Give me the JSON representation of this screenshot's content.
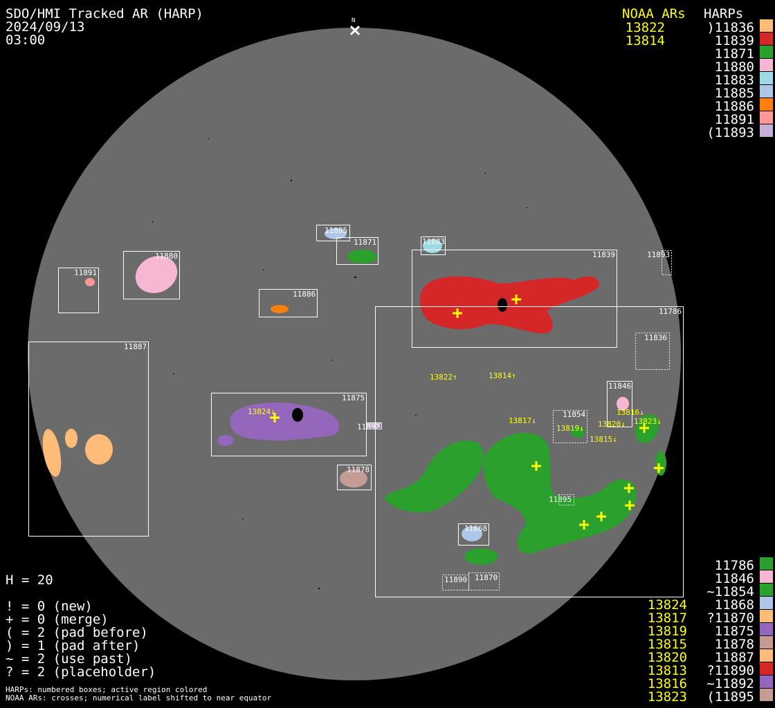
{
  "header": {
    "title": "SDO/HMI Tracked AR (HARP)",
    "date": "2024/09/13",
    "time": "03:00",
    "north_label": "N"
  },
  "noaa_header": "NOAA ARs",
  "harps_header": "HARPs",
  "top_noaa": [
    "13822",
    "13814"
  ],
  "top_harps": [
    {
      "label": ")11836",
      "color": "#ffbb78"
    },
    {
      "label": "11839",
      "color": "#d62728"
    },
    {
      "label": "11871",
      "color": "#2ca02c"
    },
    {
      "label": "11880",
      "color": "#f7b6d2"
    },
    {
      "label": "11883",
      "color": "#9edae5"
    },
    {
      "label": "11885",
      "color": "#aec7e8"
    },
    {
      "label": "11886",
      "color": "#ff7f0e"
    },
    {
      "label": "11891",
      "color": "#ff9896"
    },
    {
      "label": "(11893",
      "color": "#c5b0d5"
    }
  ],
  "bottom_noaa": [
    "13824",
    "13817",
    "13819",
    "13815",
    "13820",
    "13813",
    "13816",
    "13823"
  ],
  "bottom_harps": [
    {
      "label": "11786",
      "color": "#2ca02c"
    },
    {
      "label": "11846",
      "color": "#f7b6d2"
    },
    {
      "label": "~11854",
      "color": "#2ca02c"
    },
    {
      "label": "11868",
      "color": "#aec7e8"
    },
    {
      "label": "?11870",
      "color": "#ffbb78"
    },
    {
      "label": "11875",
      "color": "#9467bd"
    },
    {
      "label": "11878",
      "color": "#c49c94"
    },
    {
      "label": "11887",
      "color": "#ffbb78"
    },
    {
      "label": "?11890",
      "color": "#d62728"
    },
    {
      "label": "~11892",
      "color": "#9467bd"
    },
    {
      "label": "(11895",
      "color": "#c49c94"
    }
  ],
  "stats": {
    "h": "H = 20",
    "lines": [
      "! = 0 (new)",
      "+ = 0 (merge)",
      "( = 2 (pad before)",
      ") = 1 (pad after)",
      "~ = 2 (use past)",
      "? = 2 (placeholder)"
    ]
  },
  "footer": [
    "HARPs: numbered boxes; active region colored",
    "NOAA ARs: crosses; numerical label shifted to near equator"
  ],
  "disk_harp_labels": {
    "h11885": "11885",
    "h11871": "11871",
    "h11883": "11883",
    "h11839": "11839",
    "h11893": "11893",
    "h11880": "11880",
    "h11891": "11891",
    "h11886": "11886",
    "h11786": "11786",
    "h11836": "11836",
    "h11887": "11887",
    "h11846": "11846",
    "h11875": "11875",
    "h11892": "11892",
    "h11854": "11854",
    "h11878": "11878",
    "h11895": "11895",
    "h11868": "11868",
    "h11890": "11890",
    "h11870": "11870"
  },
  "disk_noaa_labels": {
    "n13822": "13822↑",
    "n13814": "13814↑",
    "n13824": "13824↓",
    "n13817": "13817↓",
    "n13819": "13819↓",
    "n13815": "13815↓",
    "n13820": "13820↓",
    "n13816": "13816↓",
    "n13823": "13823↓"
  },
  "colors": {
    "disk": "#6b6b6b",
    "noaa": "#ffff00",
    "background": "#000000"
  }
}
